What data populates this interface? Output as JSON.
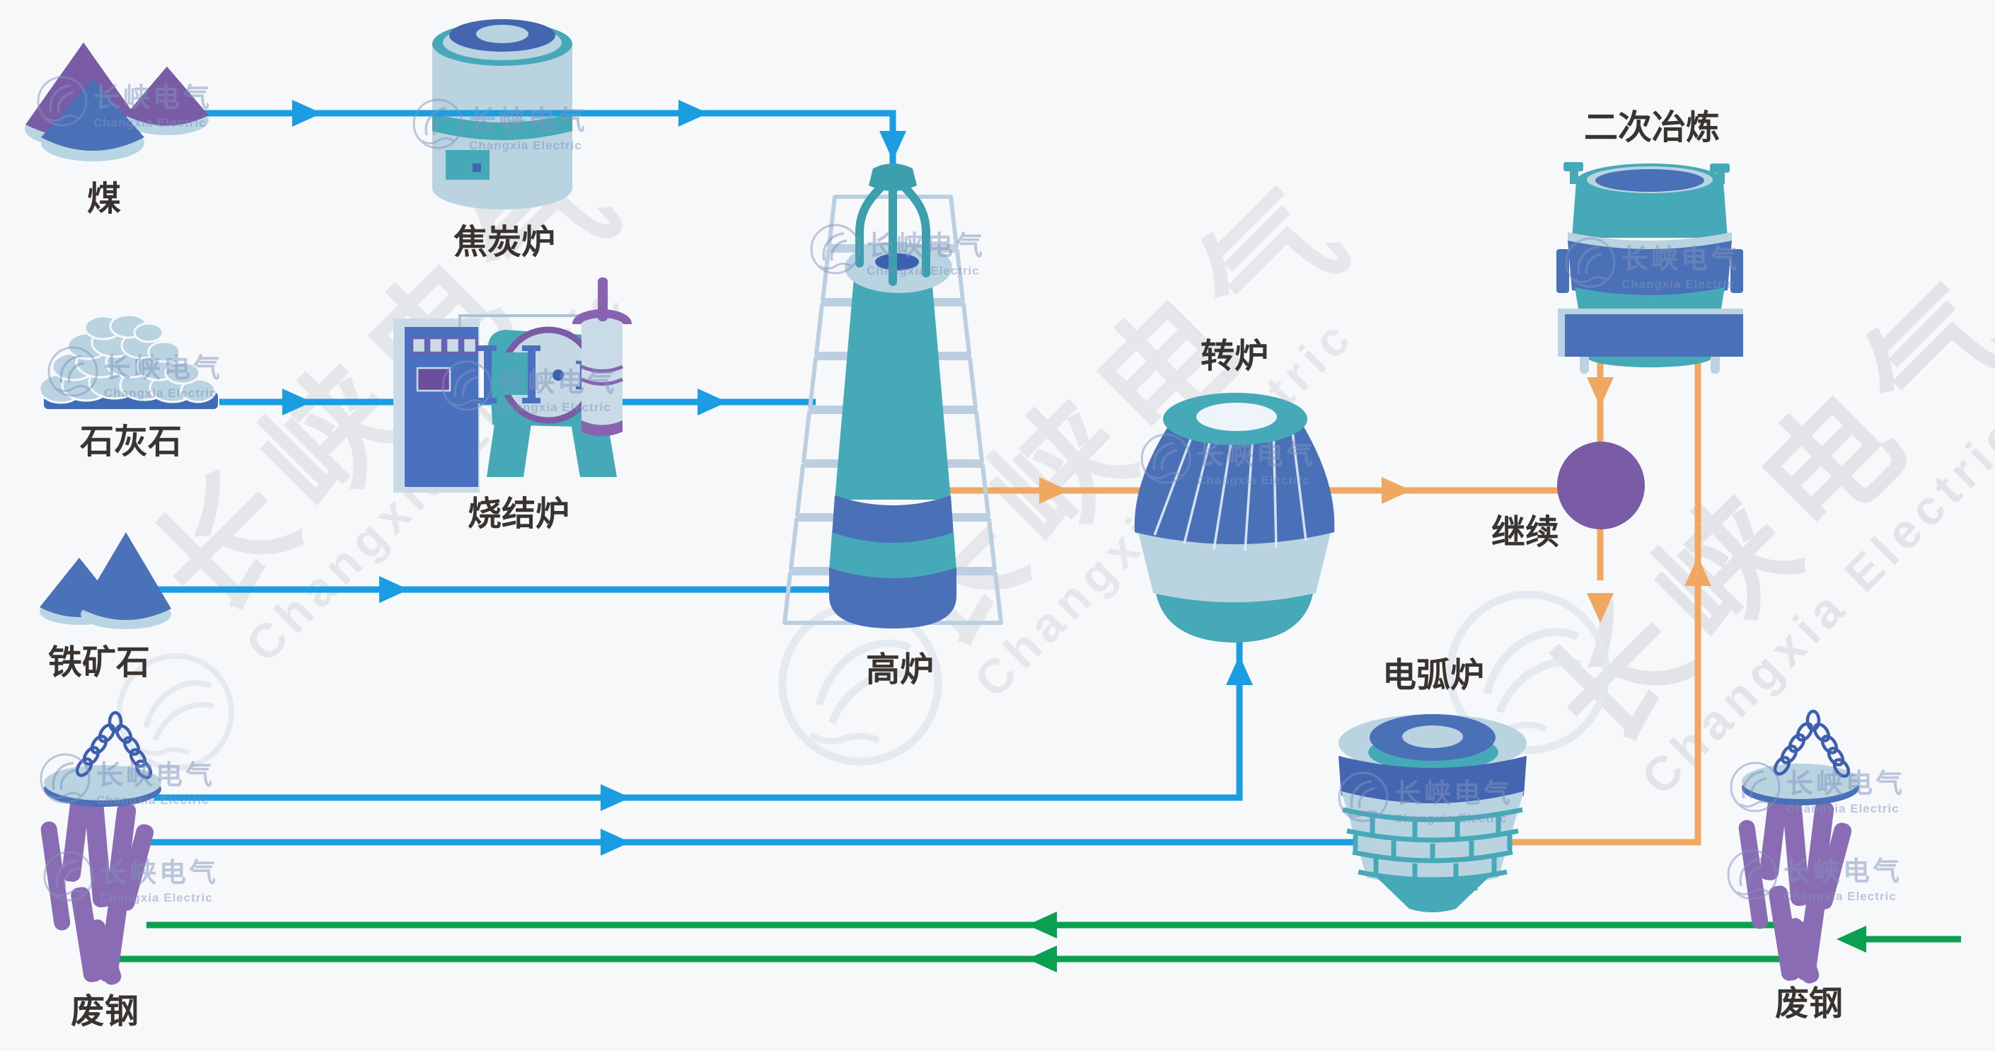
{
  "diagram": {
    "type": "steelmaking-process-flow",
    "background": "#f7f8fa",
    "watermark": {
      "brand_cn": "长峡电气",
      "brand_en": "Changxia Electric"
    },
    "nodes": {
      "coal": {
        "label": "煤"
      },
      "coke_oven": {
        "label": "焦炭炉"
      },
      "limestone": {
        "label": "石灰石"
      },
      "sintering_furnace": {
        "label": "烧结炉"
      },
      "iron_ore": {
        "label": "铁矿石"
      },
      "blast_furnace": {
        "label": "高炉"
      },
      "converter": {
        "label": "转炉"
      },
      "secondary_refining": {
        "label": "二次冶炼"
      },
      "continue_node": {
        "label": "继续"
      },
      "electric_arc_furnace": {
        "label": "电弧炉"
      },
      "scrap_left": {
        "label": "废钢"
      },
      "scrap_right": {
        "label": "废钢"
      }
    },
    "flows": {
      "colors": {
        "raw_material_blue": "#1b9de2",
        "hot_metal_orange": "#f0a860",
        "scrap_return_green": "#0aa050"
      },
      "edges": [
        {
          "from": "coal",
          "to": "coke_oven",
          "color": "#1b9de2"
        },
        {
          "from": "coke_oven",
          "to": "blast_furnace",
          "color": "#1b9de2"
        },
        {
          "from": "limestone",
          "to": "sintering_furnace",
          "color": "#1b9de2"
        },
        {
          "from": "sintering_furnace",
          "to": "blast_furnace",
          "color": "#1b9de2"
        },
        {
          "from": "iron_ore",
          "to": "blast_furnace",
          "color": "#1b9de2"
        },
        {
          "from": "scrap_left",
          "to": "converter",
          "color": "#1b9de2"
        },
        {
          "from": "scrap_left",
          "to": "electric_arc_furnace",
          "color": "#1b9de2"
        },
        {
          "from": "blast_furnace",
          "to": "converter",
          "color": "#f0a860"
        },
        {
          "from": "converter",
          "to": "continue_node",
          "color": "#f0a860"
        },
        {
          "from": "secondary_refining",
          "to": "continue_node",
          "color": "#f0a860"
        },
        {
          "from": "continue_node",
          "direction": "down",
          "color": "#f0a860"
        },
        {
          "from": "electric_arc_furnace",
          "to": "secondary_refining",
          "color": "#f0a860"
        },
        {
          "from": "scrap_right",
          "to": "scrap_left",
          "color": "#0aa050",
          "count": 2
        },
        {
          "from": "right-edge",
          "to": "scrap_right",
          "color": "#0aa050"
        }
      ]
    }
  }
}
